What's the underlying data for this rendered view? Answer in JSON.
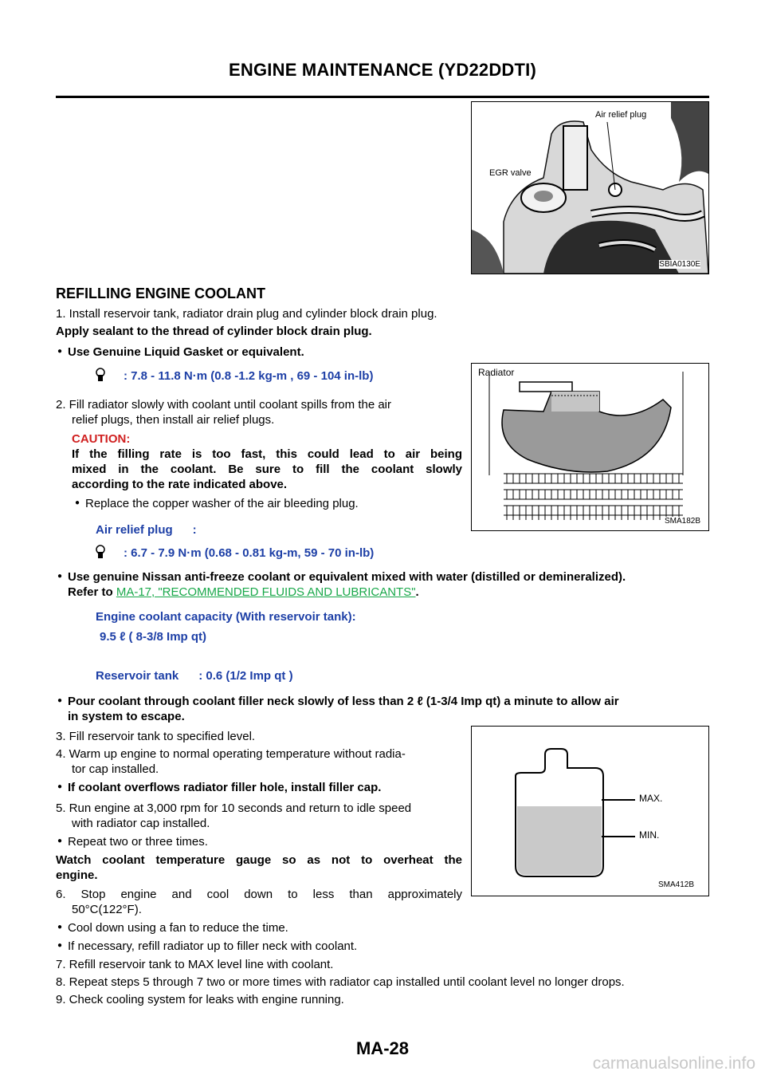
{
  "header": {
    "title": "ENGINE MAINTENANCE (YD22DDTI)"
  },
  "figures": {
    "fig1": {
      "code": "SBIA0130E",
      "labels": [
        "Air relief plug",
        "EGR valve"
      ]
    },
    "fig2": {
      "code": "SMA182B",
      "labels": [
        "Radiator"
      ]
    },
    "fig3": {
      "code": "SMA412B",
      "labels": [
        "MAX.",
        "MIN."
      ]
    }
  },
  "section": {
    "title": "REFILLING ENGINE COOLANT"
  },
  "steps": {
    "s1": "1. Install reservoir tank, radiator drain plug and cylinder block drain plug.",
    "apply_sealant": "Apply sealant to the thread of cylinder block drain plug.",
    "b1": "Use Genuine Liquid Gasket  or equivalent.",
    "torque1": ": 7.8 - 11.8 N·m (0.8 -1.2 kg-m , 69 - 104 in-lb)",
    "s2a": "2. Fill radiator slowly with coolant until coolant spills from the air",
    "s2b": "relief plugs, then install air relief plugs.",
    "caution_label": "CAUTION:",
    "caution_l1": "If the filling rate is too fast, this could lead to air being",
    "caution_l2": "mixed in the coolant. Be sure to fill the coolant slowly",
    "caution_l3": "according to the rate indicated above.",
    "b2": "Replace the copper washer of the air bleeding plug.",
    "air_relief": "Air relief plug      :",
    "torque2": ": 6.7 - 7.9 N·m (0.68 - 0.81 kg-m, 59 - 70 in-lb)",
    "b3a": "Use genuine Nissan anti-freeze coolant or equivalent mixed with water (distilled or demineralized).",
    "b3b_prefix": "Refer to ",
    "b3b_link": "MA-17, \"RECOMMENDED FLUIDS AND LUBRICANTS\"",
    "b3b_suffix": ".",
    "capacity_label": "Engine coolant capacity (With reservoir tank):",
    "capacity_value": "9.5 ℓ  ( 8-3/8 Imp qt)",
    "reservoir": "Reservoir tank      : 0.6 (1/2 Imp qt )",
    "b4a": "Pour coolant through coolant filler neck slowly of less than 2 ℓ  (1-3/4 Imp qt) a minute to allow air",
    "b4b": "in system to escape.",
    "s3": "3. Fill reservoir tank to specified level.",
    "s4a": "4. Warm up engine to normal operating temperature without radia-",
    "s4b": "tor cap installed.",
    "b5": "If coolant overflows radiator filler hole, install filler cap.",
    "s5a": "5. Run engine at 3,000 rpm for 10 seconds and return to idle speed",
    "s5b": "with radiator cap installed.",
    "b6": "Repeat two or three times.",
    "watch_a": "Watch coolant temperature gauge so as not to overheat the",
    "watch_b": "engine.",
    "s6a": "6. Stop engine and cool down to less than approximately",
    "s6b": "50°C(122°F).",
    "b7": "Cool down using a fan to reduce the time.",
    "b8": "If necessary, refill radiator up to filler neck with coolant.",
    "s7": "7. Refill reservoir tank to MAX level line with coolant.",
    "s8": "8. Repeat steps 5 through 7 two or more times with radiator cap installed until coolant level no longer drops.",
    "s9": "9. Check cooling system for leaks with engine running."
  },
  "footer": {
    "page": "MA-28"
  },
  "watermark": "carmanualsonline.info",
  "bullet": "●"
}
